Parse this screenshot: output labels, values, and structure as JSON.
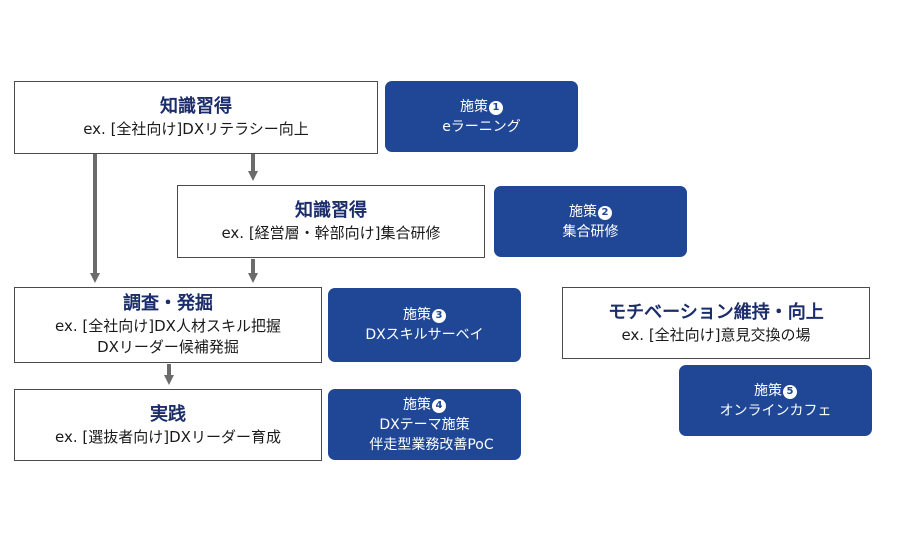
{
  "boxes": {
    "knowledge_all": {
      "title": "知識習得",
      "lines": [
        "ex. [全社向け]DXリテラシー向上"
      ]
    },
    "knowledge_mgmt": {
      "title": "知識習得",
      "lines": [
        "ex. [経営層・幹部向け]集合研修"
      ]
    },
    "survey": {
      "title": "調査・発掘",
      "lines": [
        "ex. [全社向け]DX人材スキル把握",
        "DXリーダー候補発掘"
      ]
    },
    "practice": {
      "title": "実践",
      "lines": [
        "ex. [選抜者向け]DXリーダー育成"
      ]
    },
    "motivation": {
      "title": "モチベーション維持・向上",
      "lines": [
        "ex. [全社向け]意見交換の場"
      ]
    }
  },
  "measures": [
    {
      "label": "施策",
      "num": "1",
      "lines": [
        "eラーニング"
      ]
    },
    {
      "label": "施策",
      "num": "2",
      "lines": [
        "集合研修"
      ]
    },
    {
      "label": "施策",
      "num": "3",
      "lines": [
        "DXスキルサーベイ"
      ]
    },
    {
      "label": "施策",
      "num": "4",
      "lines": [
        "DXテーマ施策",
        "伴走型業務改善PoC"
      ]
    },
    {
      "label": "施策",
      "num": "5",
      "lines": [
        "オンラインカフェ"
      ]
    }
  ],
  "colors": {
    "title_navy": "#1c2d6b",
    "measure_blue": "#1f4796",
    "arrow_gray": "#6b6b6b",
    "border_gray": "#4a4a4a"
  }
}
